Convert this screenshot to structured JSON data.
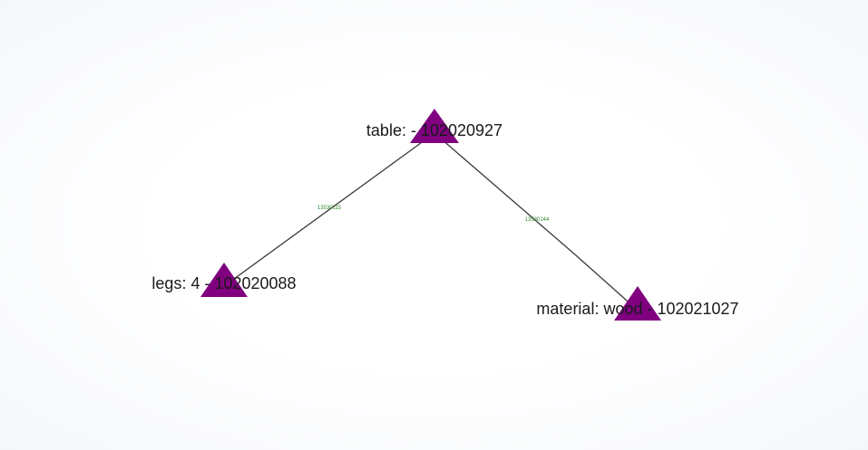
{
  "graph": {
    "node_color": "#800080",
    "edge_color": "#3a3a3a",
    "edge_label_color": "#2e8b2e",
    "nodes": [
      {
        "id": "table",
        "label": "table:  - 102020927",
        "shape": "triangle-icon"
      },
      {
        "id": "legs",
        "label": "legs: 4 - 102020088",
        "shape": "triangle-icon"
      },
      {
        "id": "material",
        "label": "material: wood - 102021027",
        "shape": "triangle-icon"
      }
    ],
    "edges": [
      {
        "from": "table",
        "to": "legs",
        "label": "13530115"
      },
      {
        "from": "table",
        "to": "material",
        "label": "13530144"
      }
    ]
  }
}
